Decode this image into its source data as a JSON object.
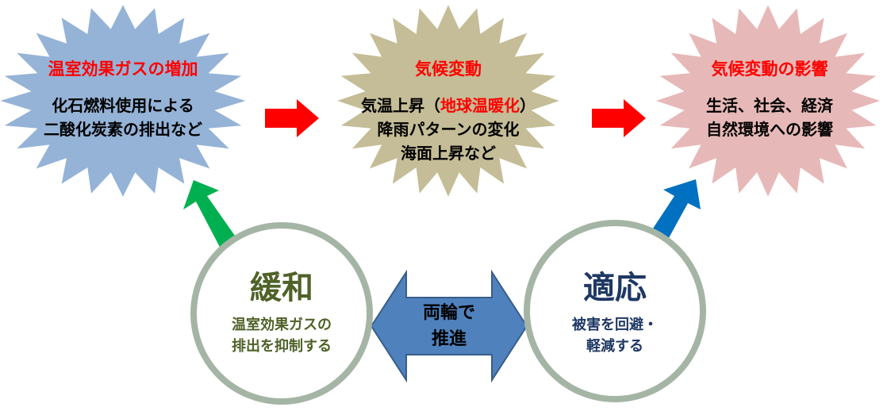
{
  "bursts": [
    {
      "title": "温室効果ガスの増加",
      "lines": [
        "化石燃料使用による",
        "二酸化炭素の排出など"
      ],
      "color": "#95b3d7"
    },
    {
      "title": "気候変動",
      "line1_prefix": "気温上昇（",
      "line1_highlight": "地球温暖化",
      "line1_suffix": "）",
      "lines": [
        "降雨パターンの変化",
        "海面上昇など"
      ],
      "color": "#c4bd97"
    },
    {
      "title": "気候変動の影響",
      "lines": [
        "生活、社会、経済",
        "自然環境への影響"
      ],
      "color": "#e6b9b8"
    }
  ],
  "mitigation": {
    "title": "緩和",
    "lines": [
      "温室効果ガスの",
      "排出を抑制する"
    ],
    "title_color": "#4f6228"
  },
  "adaptation": {
    "title": "適応",
    "lines": [
      "被害を回避・",
      "軽減する"
    ],
    "title_color": "#1f3864"
  },
  "center": {
    "lines": [
      "両輪で",
      "推進"
    ]
  },
  "colors": {
    "flow_arrow": "#ff0000",
    "mitigation_arrow": "#00b050",
    "adaptation_arrow": "#0070c0",
    "circle_fill": "#ffffff",
    "circle_stroke": "#a5b5a5",
    "double_arrow": "#4f81bd"
  }
}
